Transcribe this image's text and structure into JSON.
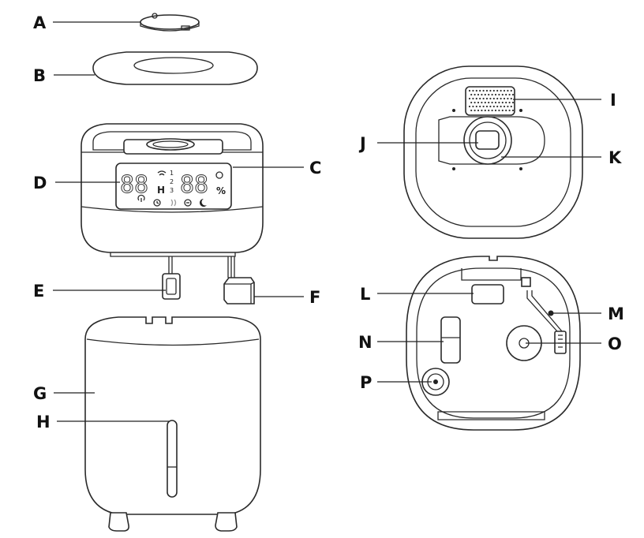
{
  "labels": {
    "A": "A",
    "B": "B",
    "C": "C",
    "D": "D",
    "E": "E",
    "F": "F",
    "G": "G",
    "H": "H",
    "I": "I",
    "J": "J",
    "K": "K",
    "L": "L",
    "M": "M",
    "N": "N",
    "O": "O",
    "P": "P"
  },
  "display": {
    "digits_left": "88",
    "digits_right": "88",
    "h_mark": "H",
    "percent_mark": "%",
    "level_1": "1",
    "level_2": "2",
    "level_3": "3"
  }
}
